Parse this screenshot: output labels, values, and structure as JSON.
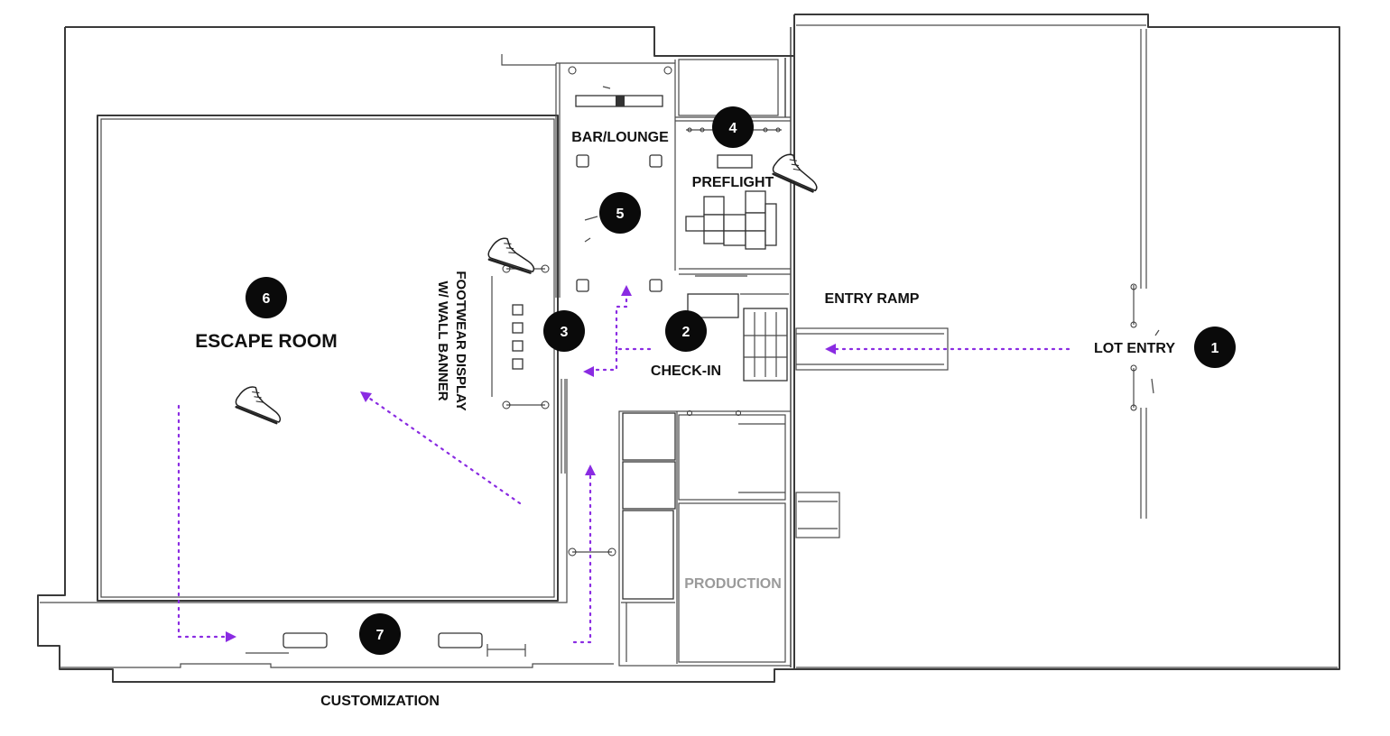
{
  "labels": {
    "bar_lounge": "BAR/LOUNGE",
    "preflight": "PREFLIGHT",
    "entry_ramp": "ENTRY RAMP",
    "lot_entry": "LOT ENTRY",
    "check_in": "CHECK-IN",
    "escape_room": "ESCAPE ROOM",
    "footwear_display_line1": "FOOTWEAR DISPLAY",
    "footwear_display_line2": "W/ WALL BANNER",
    "production": "PRODUCTION",
    "customization": "CUSTOMIZATION"
  },
  "markers": [
    "1",
    "2",
    "3",
    "4",
    "5",
    "6",
    "7"
  ],
  "colors": {
    "path": "#8a2be2",
    "marker": "#0a0a0a",
    "production_text": "#9a9a9a"
  },
  "icons": [
    "sneaker-icon"
  ]
}
